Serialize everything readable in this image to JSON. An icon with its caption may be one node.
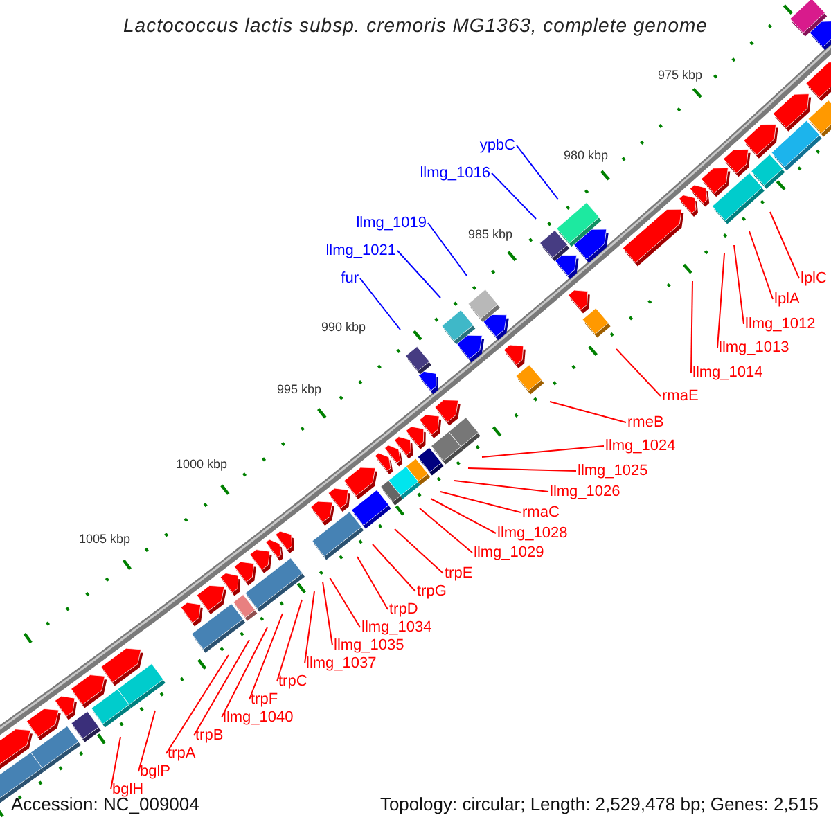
{
  "diagram": {
    "title": "Lactococcus lactis subsp. cremoris MG1363, complete genome",
    "nodes": [
      {
        "text": [
          "ypbC"
        ]
      },
      {
        "text": [
          "llmg_1016"
        ]
      },
      {
        "text": [
          "llmg_1019"
        ]
      },
      {
        "text": [
          "llmg_1021"
        ]
      },
      {
        "text": [
          "fur"
        ]
      },
      {
        "text": [
          "lplC"
        ]
      },
      {
        "text": [
          "lplA"
        ]
      },
      {
        "text": [
          "llmg_1012"
        ]
      },
      {
        "text": [
          "llmg_1013"
        ]
      },
      {
        "text": [
          "llmg_1014"
        ]
      },
      {
        "text": [
          "rmaE"
        ]
      },
      {
        "text": [
          "rmeB"
        ]
      },
      {
        "text": [
          "llmg_1024"
        ]
      },
      {
        "text": [
          "llmg_1025"
        ]
      },
      {
        "text": [
          "llmg_1026"
        ]
      },
      {
        "text": [
          "rmaC"
        ]
      },
      {
        "text": [
          "llmg_1028"
        ]
      },
      {
        "text": [
          "llmg_1029"
        ]
      },
      {
        "text": [
          "trpE"
        ]
      },
      {
        "text": [
          "trpG"
        ]
      },
      {
        "text": [
          "trpD"
        ]
      },
      {
        "text": [
          "llmg_1034"
        ]
      },
      {
        "text": [
          "llmg_1035"
        ]
      },
      {
        "text": [
          "llmg_1037"
        ]
      },
      {
        "text": [
          "trpC"
        ]
      },
      {
        "text": [
          "trpF"
        ]
      },
      {
        "text": [
          "llmg_1040"
        ]
      },
      {
        "text": [
          "trpB"
        ]
      },
      {
        "text": [
          "trpA"
        ]
      },
      {
        "text": [
          "bglP"
        ]
      },
      {
        "text": [
          "bglH"
        ]
      }
    ],
    "edges": [
      {
        "from": 0,
        "to": null,
        "arrow": "none",
        "color": "#0000ff"
      },
      {
        "from": 1,
        "to": null,
        "arrow": "none",
        "color": "#0000ff"
      },
      {
        "from": 2,
        "to": null,
        "arrow": "none",
        "color": "#0000ff"
      },
      {
        "from": 3,
        "to": null,
        "arrow": "none",
        "color": "#0000ff"
      },
      {
        "from": 4,
        "to": null,
        "arrow": "none",
        "color": "#0000ff"
      },
      {
        "from": 5,
        "to": null,
        "arrow": "none"
      },
      {
        "from": 6,
        "to": null,
        "arrow": "none"
      },
      {
        "from": 7,
        "to": null,
        "arrow": "none"
      },
      {
        "from": 8,
        "to": null,
        "arrow": "none"
      },
      {
        "from": 9,
        "to": null,
        "arrow": "none"
      },
      {
        "from": 10,
        "to": null,
        "arrow": "none"
      },
      {
        "from": 11,
        "to": null,
        "arrow": "none"
      },
      {
        "from": 12,
        "to": null,
        "arrow": "none"
      },
      {
        "from": 13,
        "to": null,
        "arrow": "none"
      },
      {
        "from": 14,
        "to": null,
        "arrow": "none"
      },
      {
        "from": 15,
        "to": null,
        "arrow": "none"
      },
      {
        "from": 16,
        "to": null,
        "arrow": "none"
      },
      {
        "from": 17,
        "to": null,
        "arrow": "none"
      },
      {
        "from": 18,
        "to": null,
        "arrow": "none"
      },
      {
        "from": 19,
        "to": null,
        "arrow": "none"
      },
      {
        "from": 20,
        "to": null,
        "arrow": "none"
      },
      {
        "from": 21,
        "to": null,
        "arrow": "none"
      },
      {
        "from": 22,
        "to": null,
        "arrow": "none"
      },
      {
        "from": 23,
        "to": null,
        "arrow": "none"
      },
      {
        "from": 24,
        "to": null,
        "arrow": "none"
      },
      {
        "from": 25,
        "to": null,
        "arrow": "none"
      },
      {
        "from": 26,
        "to": null,
        "arrow": "none"
      },
      {
        "from": 27,
        "to": null,
        "arrow": "none"
      },
      {
        "from": 28,
        "to": null,
        "arrow": "none"
      },
      {
        "from": 29,
        "to": null,
        "arrow": "none"
      },
      {
        "from": 30,
        "to": null,
        "arrow": "none"
      }
    ],
    "labels": [
      "975 kbp",
      "980 kbp",
      "985 kbp",
      "990 kbp",
      "995 kbp",
      "1000 kbp",
      "1005 kbp",
      "Accession: NC_009004",
      "Topology: circular; Length: 2,529,478 bp; Genes: 2,515"
    ]
  }
}
